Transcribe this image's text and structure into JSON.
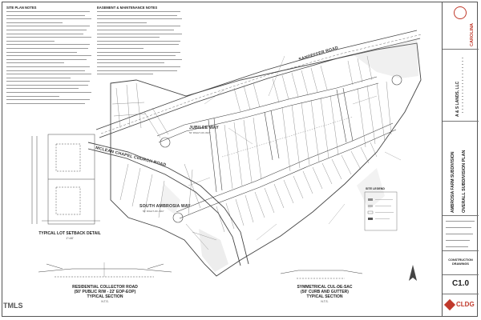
{
  "notes": {
    "site_plan_title": "SITE PLAN NOTES",
    "easement_title": "EASEMENT & MAINTENANCE NOTES"
  },
  "roads": {
    "sandeffer": "SANDEFFER ROAD",
    "jubilee": "JUBILEE WAY",
    "jubilee_row": "50' RIGHT-OF-WAY",
    "mclean": "MCLEAN CHAPEL CHURCH ROAD",
    "south_ambrosia": "SOUTH AMBROSIA WAY",
    "south_ambrosia_row": "50' RIGHT-OF-WAY"
  },
  "details": {
    "lot_setback": "TYPICAL LOT SETBACK DETAIL",
    "lot_setback_scale": "1\"=40'",
    "collector_road_1": "RESIDENTIAL COLLECTOR ROAD",
    "collector_road_2": "(50' PUBLIC R/W - 22' EOP-EOP)",
    "collector_road_3": "TYPICAL SECTION",
    "collector_road_scale": "N.T.S.",
    "culdesac_1": "SYMMETRICAL CUL-DE-SAC",
    "culdesac_2": "(50' CURB AND GUTTER)",
    "culdesac_3": "TYPICAL SECTION",
    "culdesac_scale": "N.T.S.",
    "site_legend": "SITE LEGEND"
  },
  "title_block": {
    "firm": "CAROLINA",
    "owner": "A & S LANDS, LLC",
    "project": "AMBROSIA FARM SUBDIVISION",
    "sheet_title": "OVERALL SUBDIVISION PLAN",
    "status": "CONSTRUCTION DRAWINGS",
    "sheet_no": "C1.0",
    "cldg": "CLDG"
  },
  "watermark": "TMLS",
  "colors": {
    "line": "#444444",
    "road": "#555555",
    "brand": "#c0392b"
  }
}
